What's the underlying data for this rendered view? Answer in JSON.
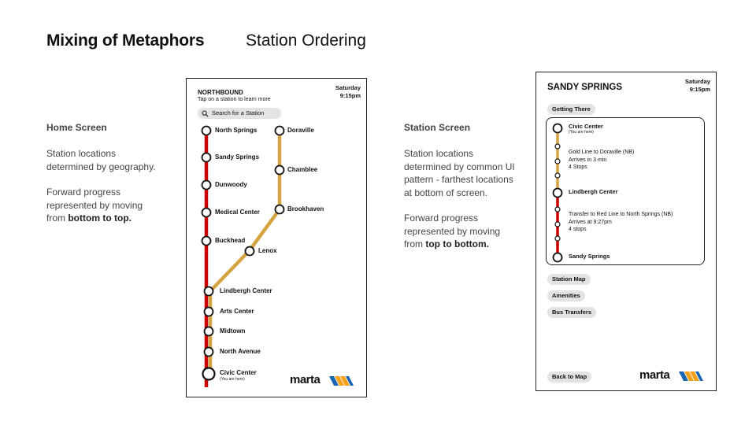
{
  "title": {
    "bold": "Mixing of Metaphors",
    "light": "Station Ordering"
  },
  "home": {
    "heading": "Home Screen",
    "desc1": [
      "Station locations",
      "determined by geography."
    ],
    "desc2_lines": [
      "Forward progress",
      "represented by moving"
    ],
    "desc2_from": "from ",
    "desc2_bold": "bottom to top."
  },
  "station": {
    "heading": "Station Screen",
    "desc1": [
      "Station locations",
      "determined by common UI",
      "pattern - farthest locations",
      "at bottom of screen."
    ],
    "desc2_lines": [
      "Forward progress",
      "represented by moving"
    ],
    "desc2_from": "from ",
    "desc2_bold": "top to bottom."
  },
  "phone1": {
    "direction": "NORTHBOUND",
    "subtitle": "Tap on a station to learn more",
    "day": "Saturday",
    "time": "9:15pm",
    "search_placeholder": "Search for a Station",
    "red_stations": [
      "North Springs",
      "Sandy Springs",
      "Dunwoody",
      "Medical Center",
      "Buckhead"
    ],
    "gold_stations": [
      "Doraville",
      "Chamblee",
      "Brookhaven",
      "Lenox"
    ],
    "shared_stations": [
      "Lindbergh Center",
      "Arts Center",
      "Midtown",
      "North Avenue"
    ],
    "origin": "Civic Center",
    "origin_note": "(You are here)",
    "logo": "marta"
  },
  "phone2": {
    "station_name": "SANDY SPRINGS",
    "day": "Saturday",
    "time": "9:15pm",
    "getting_there": "Getting There",
    "origin": "Civic Center",
    "origin_note": "(You are here)",
    "leg1": [
      "Gold Line to Doraville (NB)",
      "Arrives in 3 min",
      "4 Stops"
    ],
    "transfer": "Lindbergh Center",
    "leg2": [
      "Transfer to Red Line to North Springs (NB)",
      "Arrives at 9:27pm",
      "4 stops"
    ],
    "destination": "Sandy Springs",
    "buttons": [
      "Station Map",
      "Amenities",
      "Bus Transfers"
    ],
    "back": "Back to Map",
    "logo": "marta"
  },
  "colors": {
    "red_line": "#cc0000",
    "gold_line": "#d4a443",
    "pill": "#e3e3e3",
    "logo_orange": "#f5a11c",
    "logo_blue": "#1a64b4"
  }
}
